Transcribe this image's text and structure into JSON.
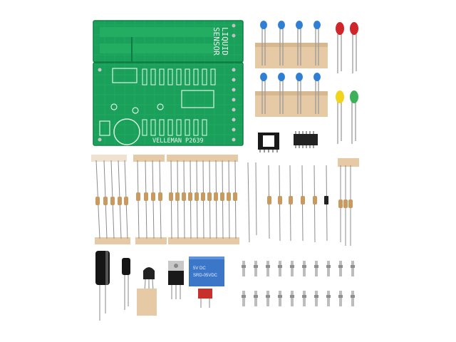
{
  "kit": {
    "sensor_board_label_1": "LIQUID",
    "sensor_board_label_2": "SENSOR",
    "main_board_brand": "VELLEMAN P2639",
    "relay_text_1": "5V DC",
    "relay_text_2": "SRD-05VDC"
  },
  "colors": {
    "pcb_green": "#1aa05a",
    "pcb_trace": "#4cc884",
    "background": "#ffffff",
    "led_blue": "#2f7fd4",
    "led_red": "#d0262b",
    "led_yellow": "#f1d51c",
    "led_green": "#3bb25a",
    "tape_beige": "#e6c9a5",
    "relay_blue": "#3c76c9",
    "capacitor_red": "#c8302c"
  },
  "components": {
    "blue_led_count": 8,
    "red_led_count": 2,
    "yellow_led_count": 1,
    "green_led_count": 1,
    "resistor_groups": 3,
    "solder_pin_count": 20
  }
}
